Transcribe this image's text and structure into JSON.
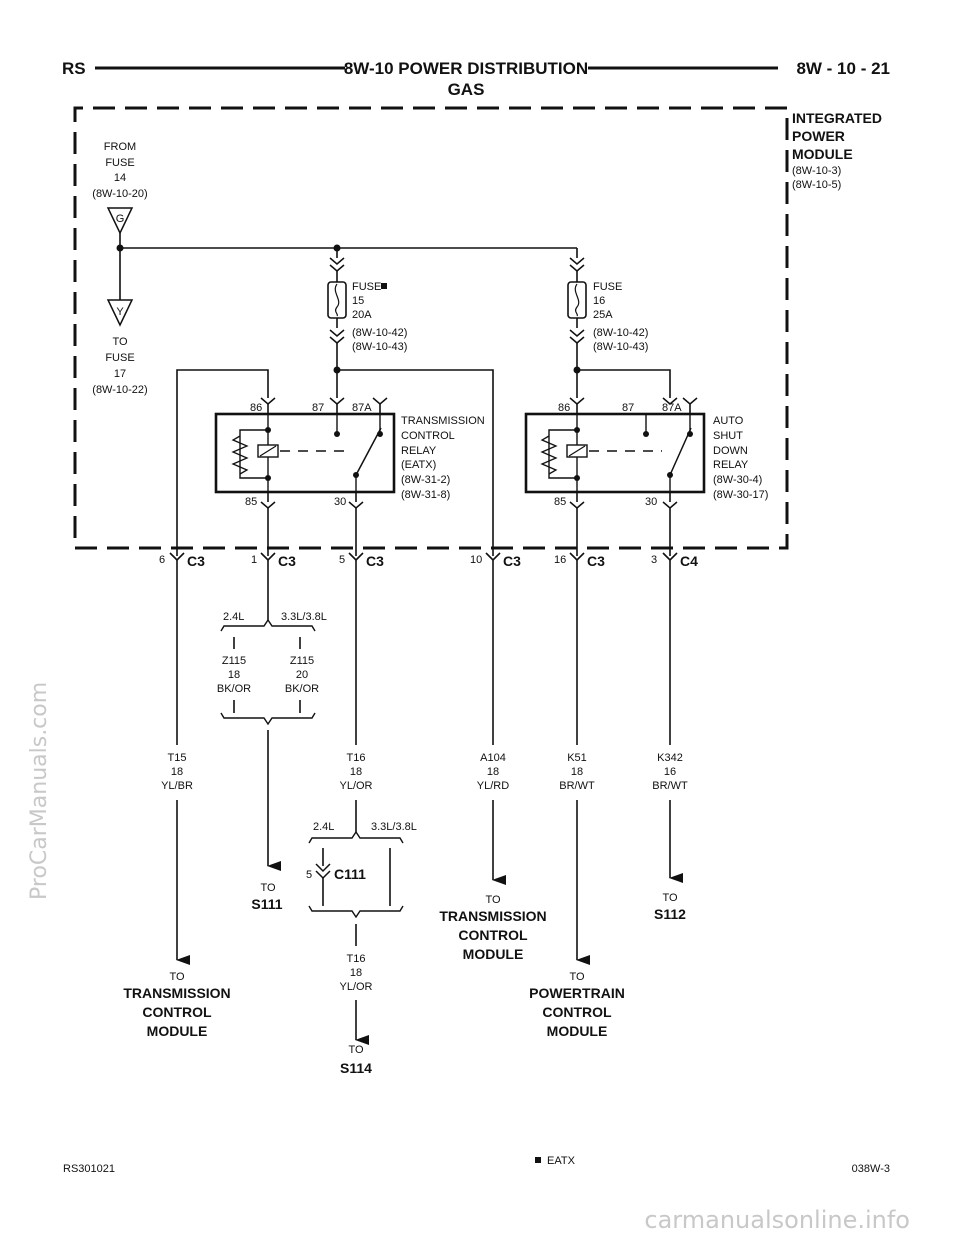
{
  "header": {
    "left": "RS",
    "title": "8W-10 POWER DISTRIBUTION",
    "subtitle": "GAS",
    "right": "8W - 10 - 21"
  },
  "ipm": {
    "name_lines": [
      "INTEGRATED",
      "POWER",
      "MODULE"
    ],
    "refs": [
      "(8W-10-3)",
      "(8W-10-5)"
    ]
  },
  "from_fuse": {
    "lines": [
      "FROM",
      "FUSE",
      "14",
      "(8W-10-20)"
    ],
    "marker": "G"
  },
  "to_fuse": {
    "lines": [
      "TO",
      "FUSE",
      "17",
      "(8W-10-22)"
    ],
    "marker": "Y"
  },
  "fuse15": {
    "lines": [
      "FUSE",
      "15",
      "20A"
    ],
    "refs": [
      "(8W-10-42)",
      "(8W-10-43)"
    ]
  },
  "fuse16": {
    "lines": [
      "FUSE",
      "16",
      "25A"
    ],
    "refs": [
      "(8W-10-42)",
      "(8W-10-43)"
    ]
  },
  "relay_tcr": {
    "lines": [
      "TRANSMISSION",
      "CONTROL",
      "RELAY",
      "(EATX)",
      "(8W-31-2)",
      "(8W-31-8)"
    ],
    "pins": {
      "p86": "86",
      "p87": "87",
      "p87a": "87A",
      "p85": "85",
      "p30": "30"
    }
  },
  "relay_asd": {
    "lines": [
      "AUTO",
      "SHUT",
      "DOWN",
      "RELAY",
      "(8W-30-4)",
      "(8W-30-17)"
    ],
    "pins": {
      "p86": "86",
      "p87": "87",
      "p87a": "87A",
      "p85": "85",
      "p30": "30"
    }
  },
  "connectors": [
    {
      "pin": "6",
      "name": "C3"
    },
    {
      "pin": "1",
      "name": "C3"
    },
    {
      "pin": "5",
      "name": "C3"
    },
    {
      "pin": "10",
      "name": "C3"
    },
    {
      "pin": "16",
      "name": "C3"
    },
    {
      "pin": "3",
      "name": "C4"
    }
  ],
  "engine_split": {
    "left": "2.4L",
    "right": "3.3L/3.8L"
  },
  "z115_left": [
    "Z115",
    "18",
    "BK/OR"
  ],
  "z115_right": [
    "Z115",
    "20",
    "BK/OR"
  ],
  "wires": {
    "t15": [
      "T15",
      "18",
      "YL/BR"
    ],
    "t16": [
      "T16",
      "18",
      "YL/OR"
    ],
    "a104": [
      "A104",
      "18",
      "YL/RD"
    ],
    "k51": [
      "K51",
      "18",
      "BR/WT"
    ],
    "k342": [
      "K342",
      "16",
      "BR/WT"
    ],
    "t16_lower": [
      "T16",
      "18",
      "YL/OR"
    ]
  },
  "engine_split2": {
    "left": "2.4L",
    "right": "3.3L/3.8L"
  },
  "c111": {
    "pin": "5",
    "name": "C111"
  },
  "destinations": {
    "s111": {
      "to": "TO",
      "name": [
        "S111"
      ]
    },
    "tcm_a104": {
      "to": "TO",
      "name": [
        "TRANSMISSION",
        "CONTROL",
        "MODULE"
      ]
    },
    "s112": {
      "to": "TO",
      "name": [
        "S112"
      ]
    },
    "tcm_t15": {
      "to": "TO",
      "name": [
        "TRANSMISSION",
        "CONTROL",
        "MODULE"
      ]
    },
    "pcm": {
      "to": "TO",
      "name": [
        "POWERTRAIN",
        "CONTROL",
        "MODULE"
      ]
    },
    "s114": {
      "to": "TO",
      "name": [
        "S114"
      ]
    }
  },
  "footer": {
    "left": "RS301021",
    "note": "EATX",
    "right": "038W-3"
  },
  "watermarks": {
    "side": "ProCarManuals.com",
    "bottom": "carmanualsonline.info"
  }
}
